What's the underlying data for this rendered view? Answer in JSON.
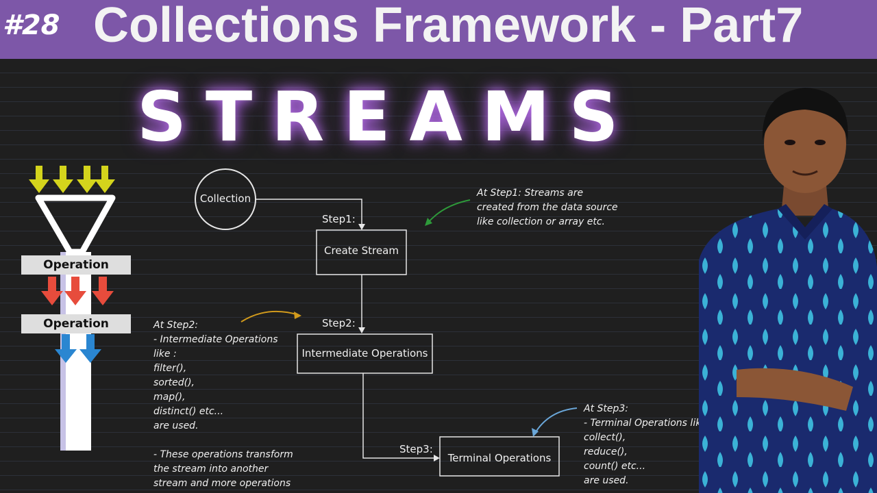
{
  "header": {
    "episode": "#28",
    "title": "Collections Framework - Part7"
  },
  "hero_title": "STREAMS",
  "funnel": {
    "op_label_1": "Operation",
    "op_label_2": "Operation"
  },
  "flow": {
    "collection": "Collection",
    "step1_label": "Step1:",
    "create_stream": "Create Stream",
    "step2_label": "Step2:",
    "intermediate": "Intermediate Operations",
    "step3_label": "Step3:",
    "terminal": "Terminal Operations"
  },
  "notes": {
    "step1": [
      "At Step1: Streams are",
      "created from the data source",
      "like collection or array etc."
    ],
    "step2": [
      "At Step2:",
      "- Intermediate Operations",
      "like :",
      "filter(),",
      "sorted(),",
      "map(),",
      "distinct() etc...",
      "are used.",
      "",
      "- These operations transform",
      "the stream into another",
      "stream and more operations"
    ],
    "step3": [
      "At Step3:",
      "- Terminal Operations like :",
      "collect(),",
      "reduce(),",
      "count() etc...",
      "are used."
    ]
  },
  "colors": {
    "header_bg": "#7d57a8",
    "board_bg": "#1f1f1f",
    "arrow_yellow": "#d4d41c",
    "arrow_red": "#e74c3c",
    "arrow_blue": "#2a86d1",
    "note_arrow_green": "#2e9a3a",
    "note_arrow_orange": "#d19a1c",
    "note_arrow_blue": "#6aa6d8"
  }
}
